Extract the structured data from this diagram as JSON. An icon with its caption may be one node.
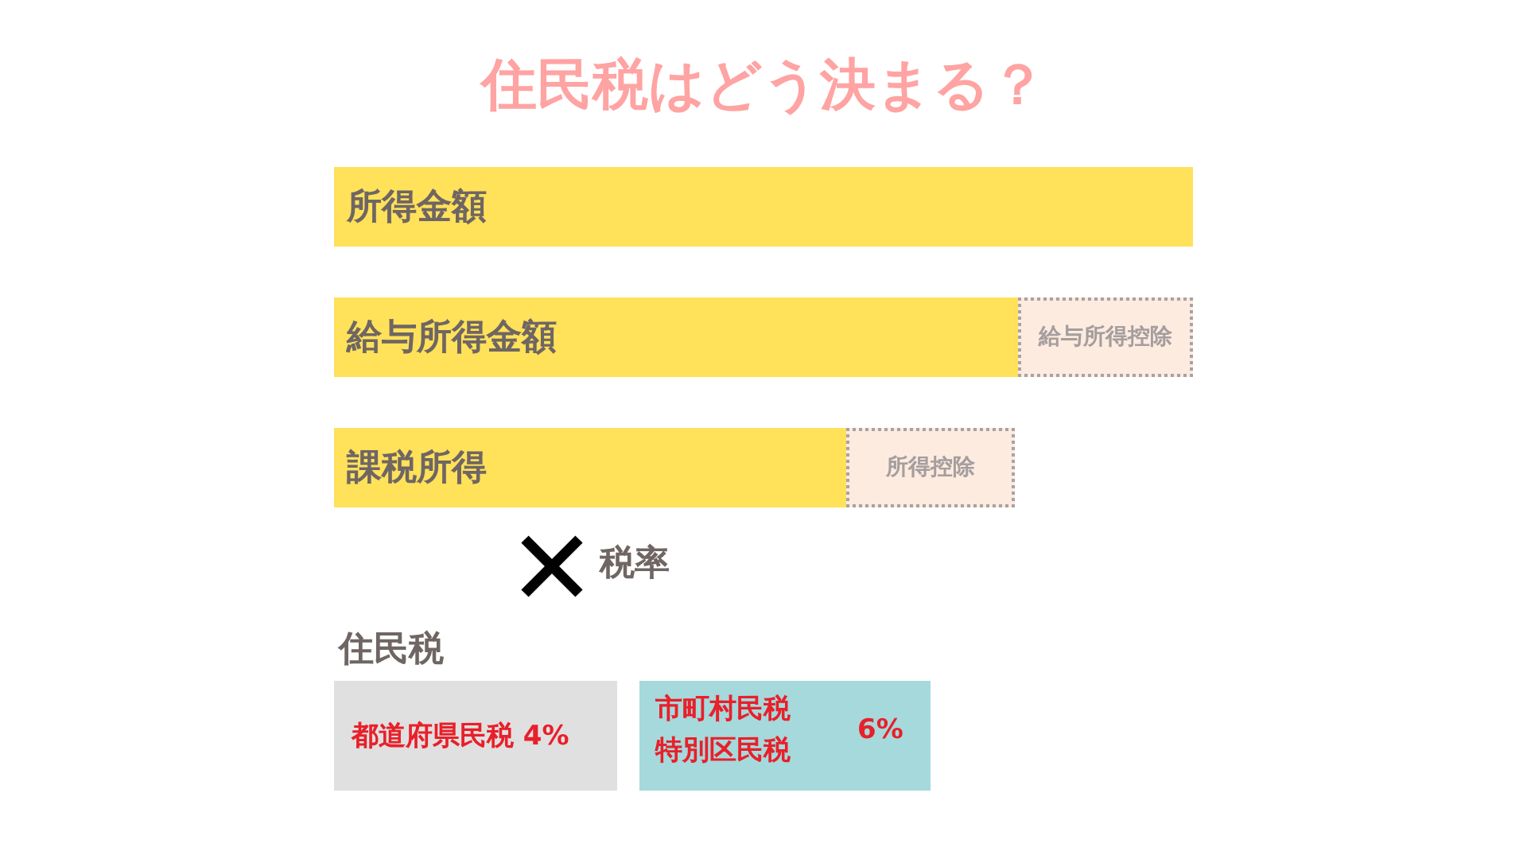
{
  "diagram": {
    "title": "住民税はどう決まる？",
    "nodes": [
      {
        "text": [
          "所得金額"
        ]
      },
      {
        "text": [
          "給与所得金額"
        ]
      },
      {
        "text": [
          "給与所得控除"
        ]
      },
      {
        "text": [
          "課税所得"
        ]
      },
      {
        "text": [
          "所得控除"
        ]
      },
      {
        "text": [
          "都道府県民税 4%"
        ]
      },
      {
        "text": [
          "市町村民税",
          "特別区民税",
          "6%"
        ]
      }
    ],
    "labels": [
      "税率",
      "住民税"
    ]
  }
}
